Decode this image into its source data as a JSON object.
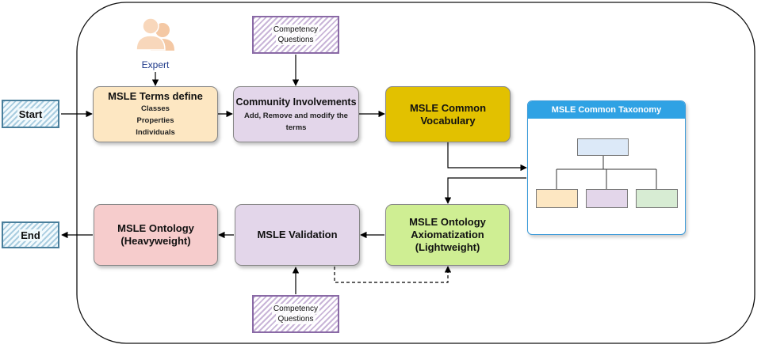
{
  "start": "Start",
  "end": "End",
  "expert": "Expert",
  "cq_top": [
    "Competency",
    "Questions"
  ],
  "cq_bottom": [
    "Competency",
    "Questions"
  ],
  "terms": {
    "title": "MSLE Terms define",
    "lines": [
      "Classes",
      "Properties",
      "Individuals"
    ]
  },
  "community": {
    "title": "Community Involvements",
    "lines": [
      "Add, Remove and modify the",
      "terms"
    ]
  },
  "vocabulary": {
    "lines": [
      "MSLE Common",
      "Vocabulary"
    ]
  },
  "taxonomy": {
    "title": "MSLE Common Taxonomy"
  },
  "axiomatization": {
    "lines": [
      "MSLE Ontology",
      "Axiomatization",
      "(Lightweight)"
    ]
  },
  "validation": {
    "title": "MSLE Validation"
  },
  "heavyweight": {
    "lines": [
      "MSLE Ontology",
      "(Heavyweight)"
    ]
  },
  "colors": {
    "terms": "#fde7c2",
    "community": "#e3d6ea",
    "vocabulary": "#e2c100",
    "axiomatization": "#cfee93",
    "validation": "#e3d6ea",
    "heavyweight": "#f6cccc",
    "tax_root": "#dce9f8",
    "tax_orange": "#fde7c2",
    "tax_purple": "#e3d6ea",
    "tax_green": "#d7ecd3"
  }
}
